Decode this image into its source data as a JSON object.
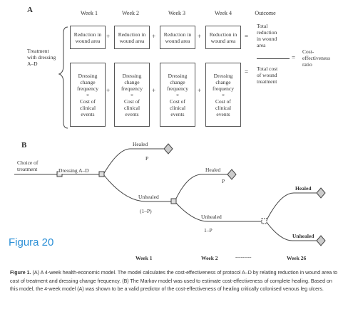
{
  "panel_a": {
    "letter": "A",
    "weeks": [
      "Week 1",
      "Week 2",
      "Week 3",
      "Week 4"
    ],
    "outcome_header": "Outcome",
    "treatment_label": [
      "Treatment",
      "with dressing",
      "A–D"
    ],
    "top_box": [
      "Reduction in",
      "wound area"
    ],
    "bottom_box": [
      "Dressing",
      "change",
      "frequency",
      "×",
      "Cost of",
      "clinical",
      "events"
    ],
    "plus": "+",
    "equals": "=",
    "outcome_top": [
      "Total",
      "reduction",
      "in wound",
      "area"
    ],
    "outcome_bottom": [
      "Total cost",
      "of wound",
      "treatment"
    ],
    "ratio_label": [
      "Cost-",
      "effectiveness",
      "ratio"
    ]
  },
  "panel_b": {
    "letter": "B",
    "choice_label": [
      "Choice of",
      "treatment"
    ],
    "dressing_label": "Dressing A–D",
    "healed": "Healed",
    "unhealed": "Unhealed",
    "p": "P",
    "one_minus_p": "(1–P)",
    "one_minus_p2": "1–P",
    "week_labels": [
      "Week 1",
      "Week 2",
      "---------",
      "Week 26"
    ]
  },
  "figura_label": "Figura 20",
  "caption": {
    "label": "Figure 1.",
    "text": " (A) A 4-week health-economic model. The model calculates the cost-effectiveness of protocol A–D by relating reduction in wound area to cost of treatment and dressing change frequency. (B) The Markov model was used to estimate cost-effectiveness of complete healing. Based on this model, the 4-week model (A) was shown to be a valid predictor of the cost-effectiveness of healing critically colonised venous leg ulcers."
  }
}
